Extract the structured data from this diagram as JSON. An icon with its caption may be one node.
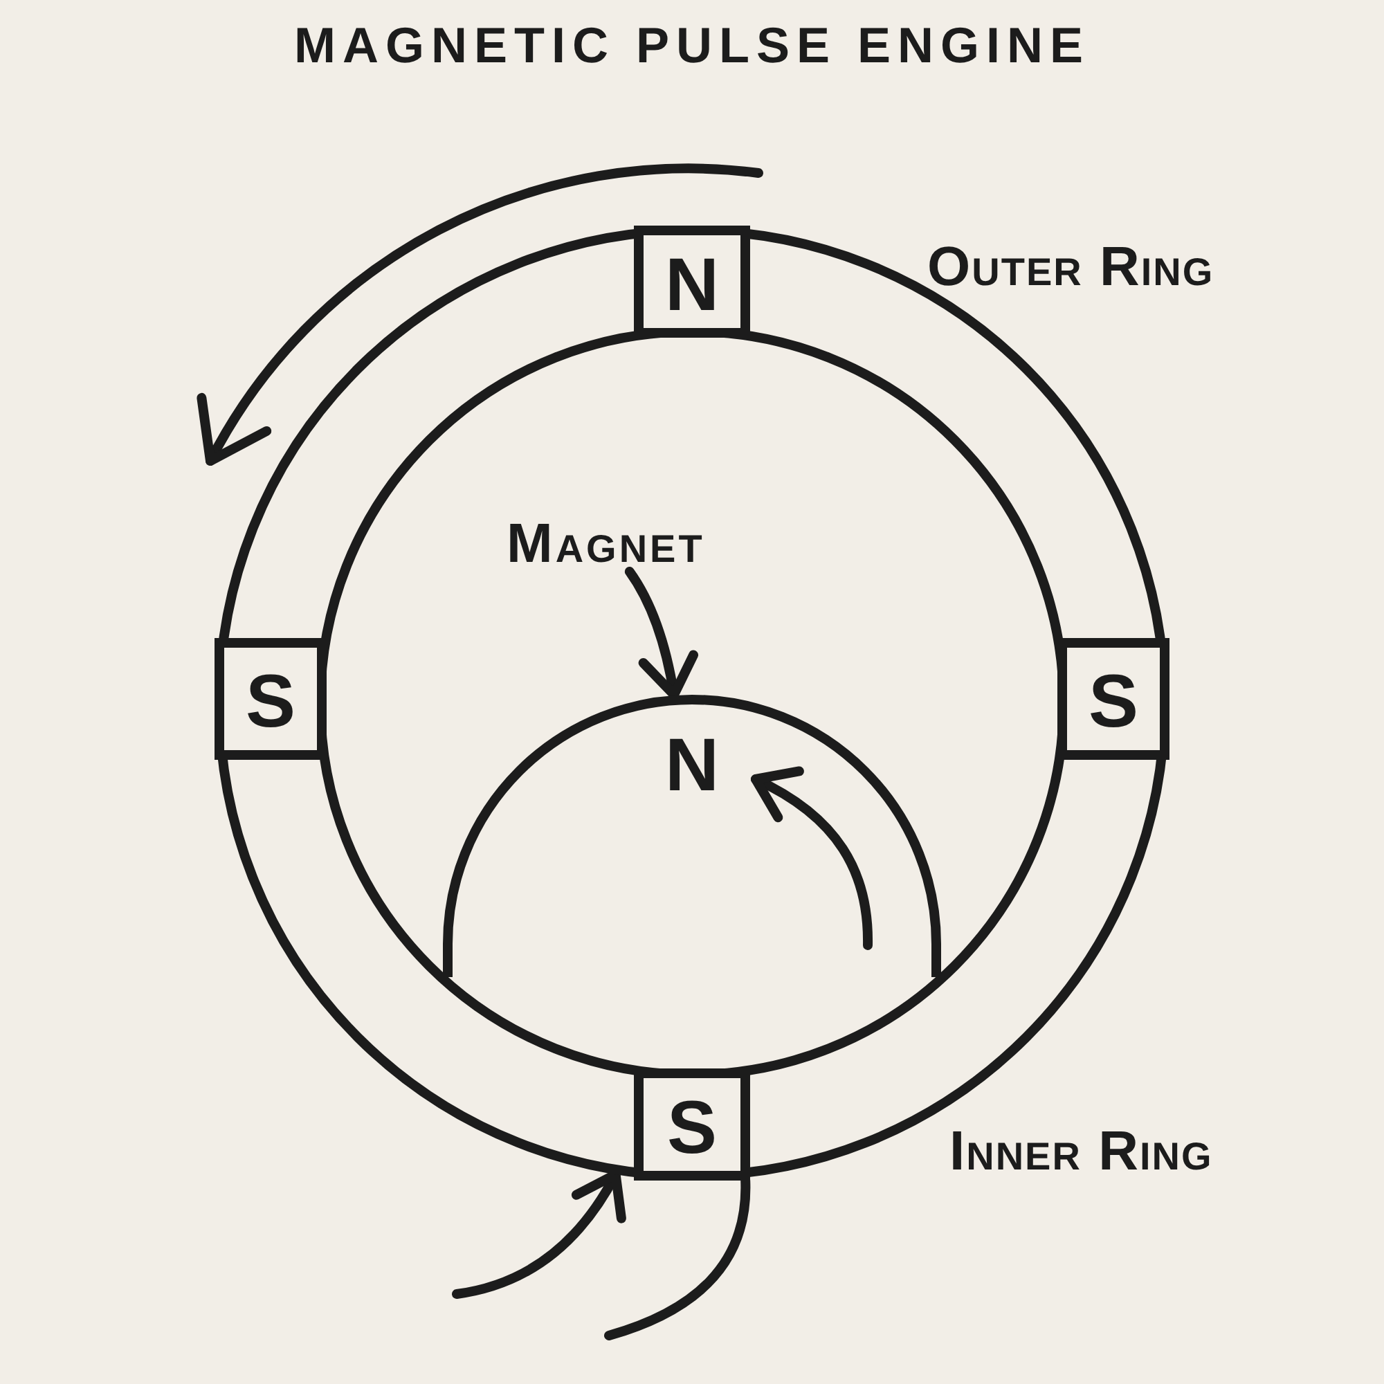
{
  "diagram": {
    "title": "MAGNETIC PULSE ENGINE",
    "nodes": [
      {
        "text": [],
        "shape": "ring"
      },
      {
        "text": [
          "N"
        ],
        "in": 0
      },
      {
        "text": [
          "Magnet"
        ],
        "in": 0
      },
      {
        "text": [
          "S"
        ],
        "in": 0
      },
      {
        "text": [
          "S"
        ],
        "in": 0
      },
      {
        "text": [
          "N"
        ],
        "in": 0
      },
      {
        "text": [
          "S"
        ],
        "in": 0
      }
    ],
    "edges": [
      {
        "from": 2,
        "to": 5,
        "arrow": "to"
      },
      {
        "from": null,
        "to": 0,
        "arrow": "to"
      },
      {
        "from": 6,
        "to": null,
        "arrow": "none"
      }
    ],
    "labels": [
      "Outer Ring",
      "Inner Ring"
    ]
  }
}
